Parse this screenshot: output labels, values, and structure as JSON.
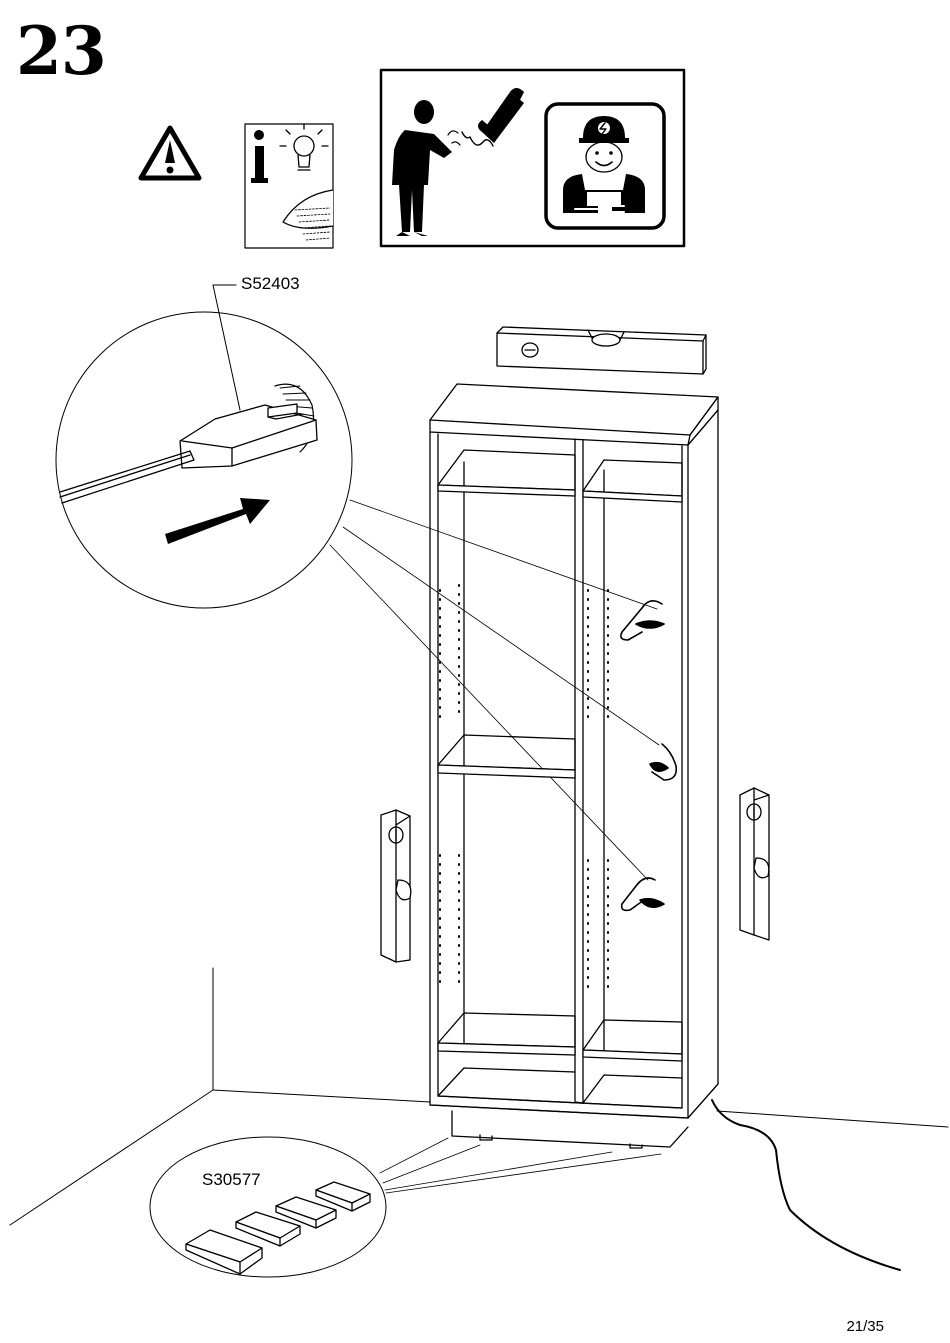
{
  "step": {
    "number": "23"
  },
  "icons": {
    "warning": "warning-triangle-icon",
    "info": "info-lightbulb-icon",
    "call_professional": "phone-call-icon",
    "electrician": "electrician-icon"
  },
  "parts": {
    "cable_clip_code": "S52403",
    "wedge_code": "S30577",
    "wedge_count": 4
  },
  "footer": {
    "page": "21/35"
  }
}
